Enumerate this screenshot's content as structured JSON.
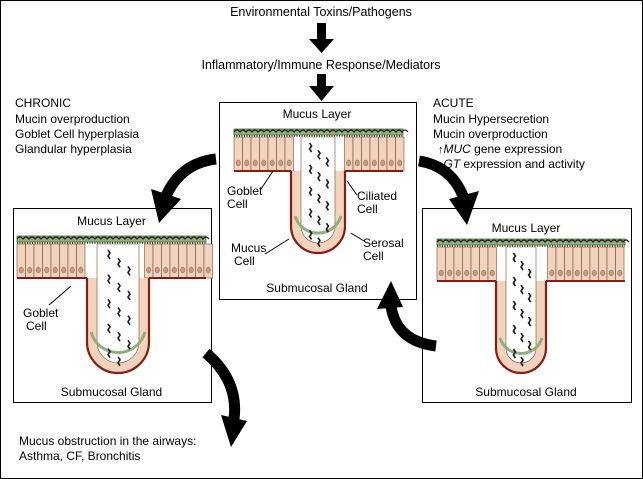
{
  "top": {
    "toxins": "Environmental Toxins/Pathogens",
    "response": "Inflammatory/Immune Response/Mediators"
  },
  "chronic": {
    "heading": "CHRONIC",
    "lines": [
      "Mucin overproduction",
      "Goblet Cell hyperplasia",
      "Glandular hyperplasia"
    ]
  },
  "acute": {
    "heading": "ACUTE",
    "lines": [
      "Mucin Hypersecretion",
      "Mucin overproduction"
    ],
    "muc_gene": "MUC",
    "muc_suffix": " gene expression",
    "gt_gene": "GT",
    "gt_suffix": " expression and activity",
    "arrow_glyph": "↑"
  },
  "panels": {
    "center": {
      "mucus_layer": "Mucus Layer",
      "gland": "Submucosal Gland",
      "goblet_cell": [
        "Goblet",
        "Cell"
      ],
      "ciliated_cell": [
        "Ciliated",
        "Cell"
      ],
      "mucus_cell": [
        "Mucus",
        "Cell"
      ],
      "serosal_cell": [
        "Serosal",
        "Cell"
      ]
    },
    "left": {
      "mucus_layer": "Mucus Layer",
      "gland": "Submucosal Gland",
      "goblet_cell": [
        "Goblet",
        "Cell"
      ]
    },
    "right": {
      "mucus_layer": "Mucus Layer",
      "gland": "Submucosal Gland"
    }
  },
  "outcome": {
    "line1": "Mucus obstruction in the airways:",
    "line2": "Asthma, CF, Bronchitis"
  },
  "colors": {
    "mucus_layer": "#8fb07a",
    "cell_fill": "#f2d3bd",
    "cell_stroke": "#7a4e36",
    "basement": "#8a1a12",
    "lumen": "#ffffff",
    "mucus_strand": "#1d1d1d",
    "arrow": "#000000"
  }
}
